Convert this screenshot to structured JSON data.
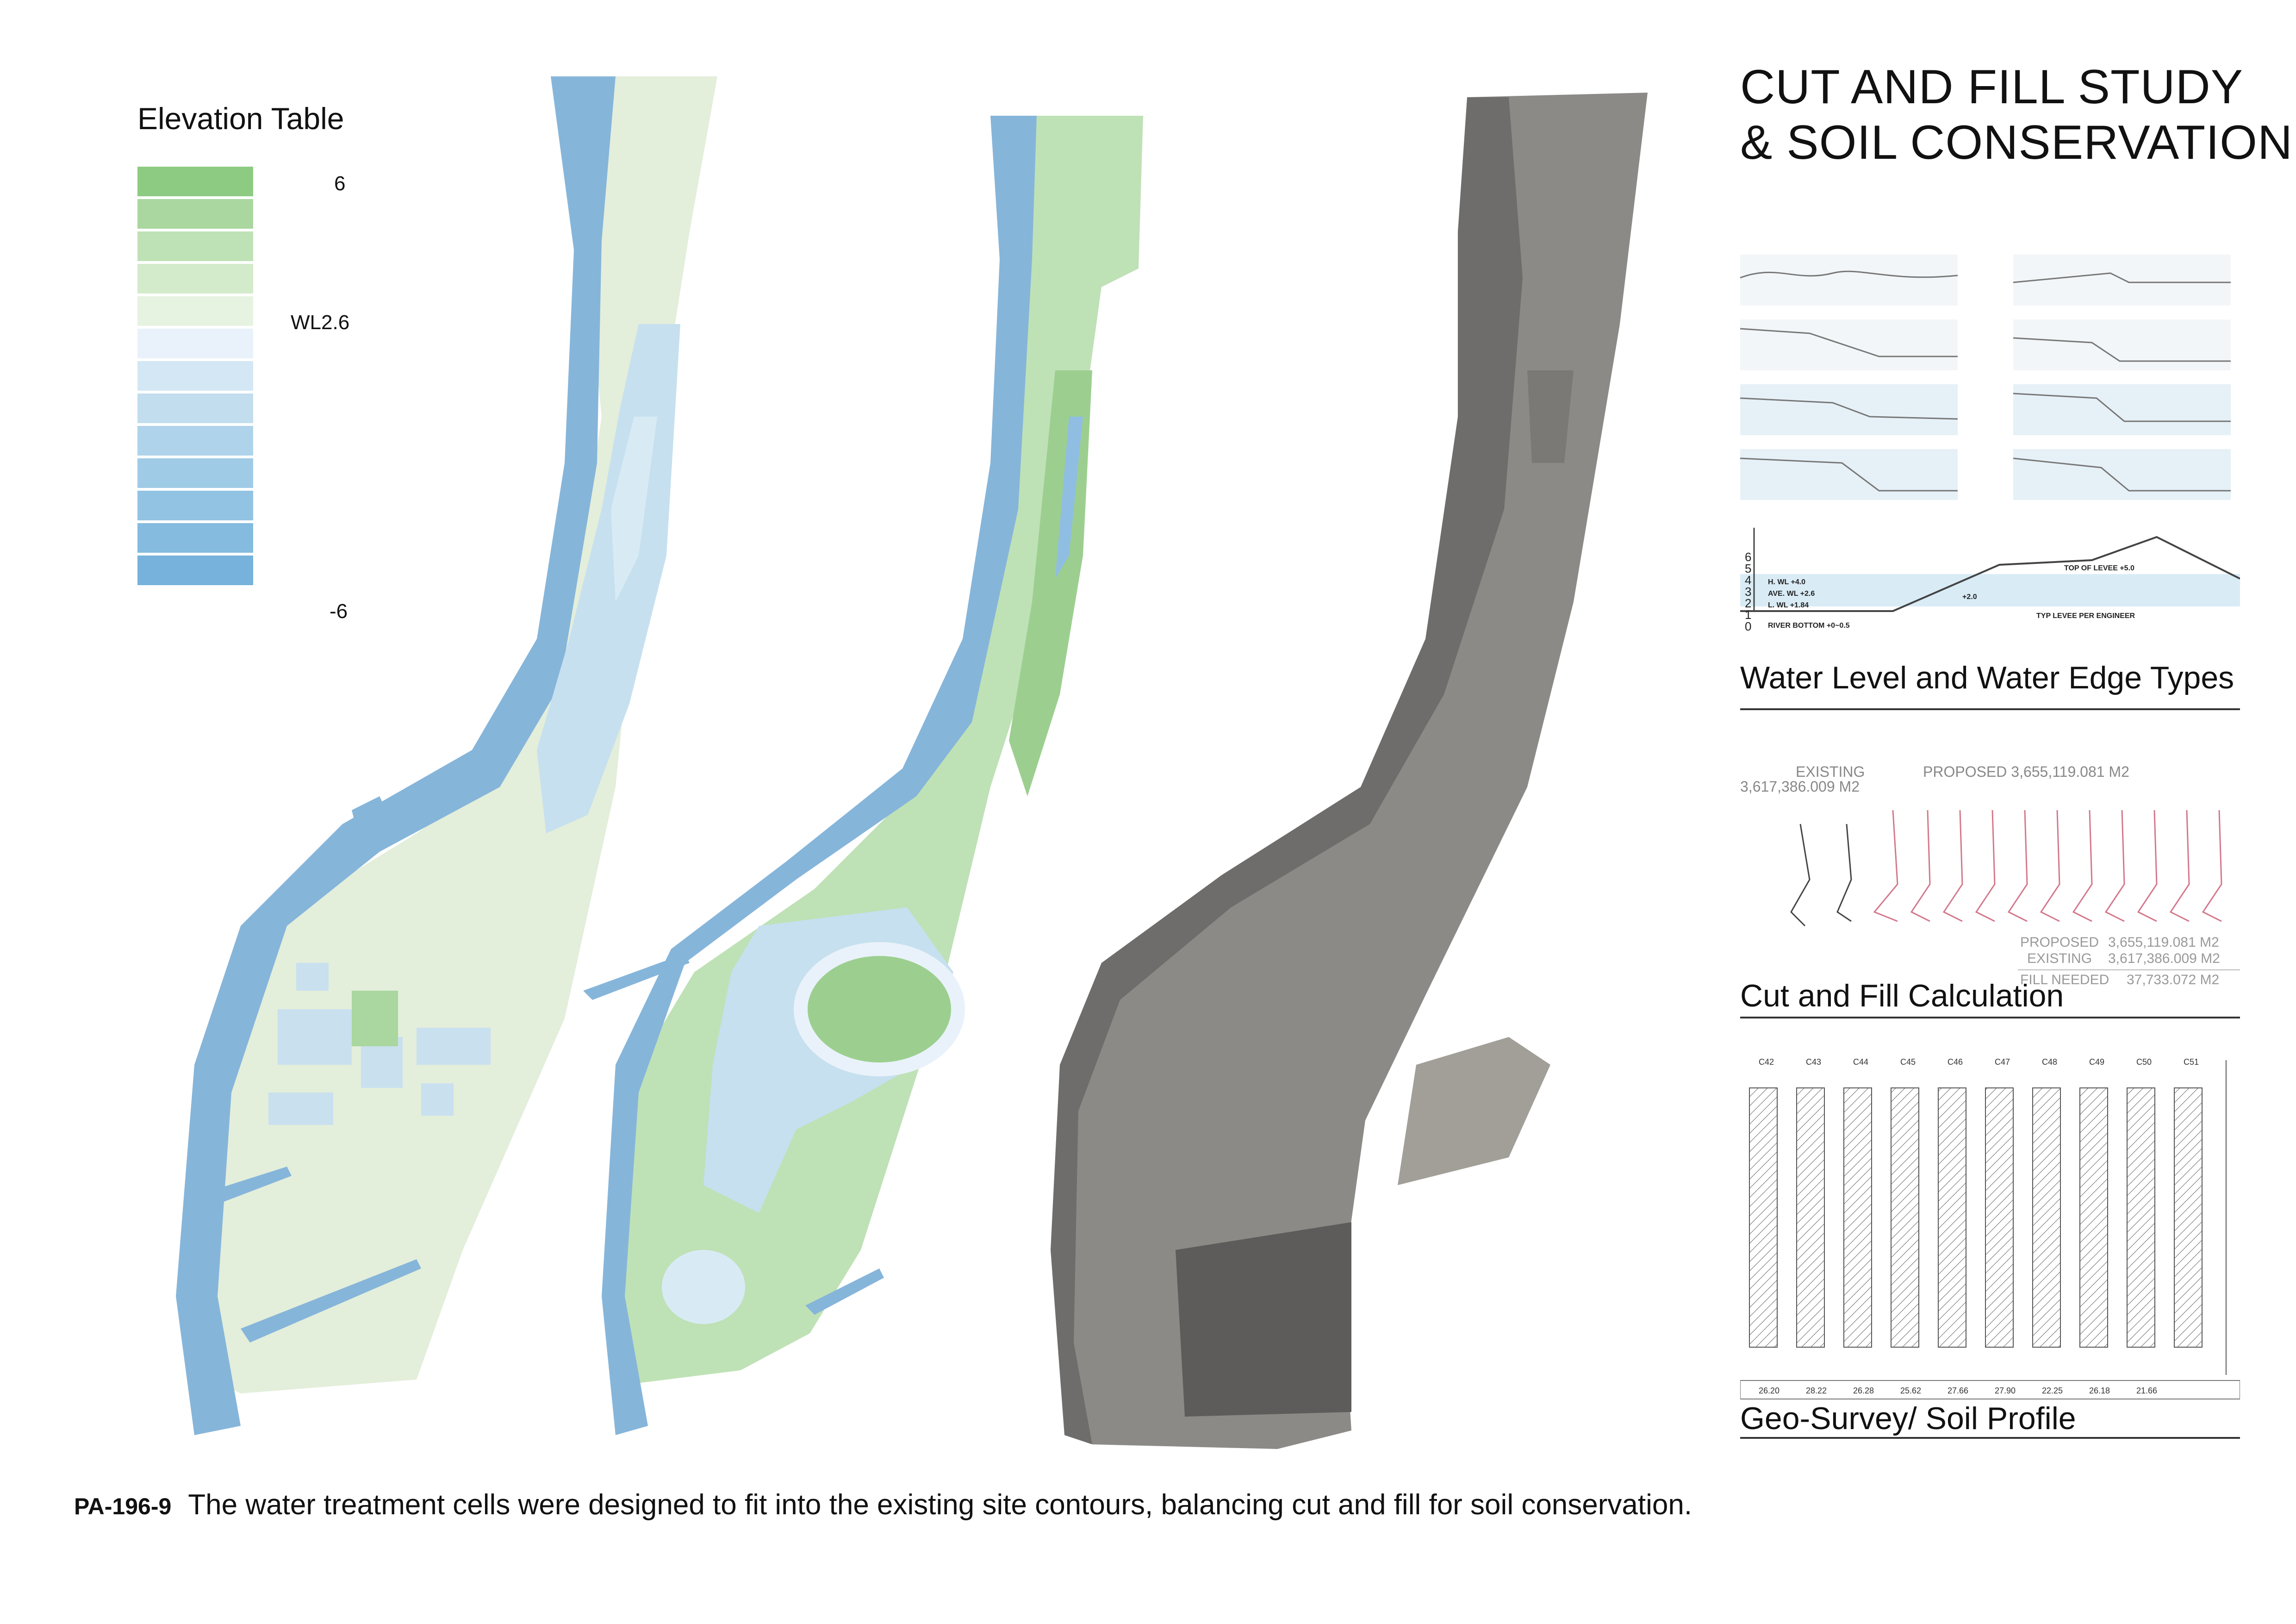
{
  "legend": {
    "title": "Elevation Table",
    "max_label": "6",
    "water_label": "WL2.6",
    "min_label": "-6",
    "colors": [
      "#8ecb82",
      "#a9d79f",
      "#bfe1b6",
      "#d3ebcb",
      "#e6f3e1",
      "#e9f2fa",
      "#d3e7f4",
      "#c1ddee",
      "#afd3ea",
      "#a0cbe6",
      "#92c3e2",
      "#84bbdf",
      "#76b2db"
    ]
  },
  "title": "CUT AND FILL STUDY\n& SOIL CONSERVATION",
  "sections": {
    "water_edge": {
      "caption": "Water Level and Water Edge Types",
      "levels": [
        "6",
        "5",
        "4",
        "3",
        "2",
        "1",
        "0"
      ],
      "annotations": [
        "H. WL +4.0",
        "AVE. WL +2.6",
        "L. WL +1.84",
        "RIVER BOTTOM +0~0.5",
        "TOP OF LEVEE +5.0",
        "+2.0",
        "TYP LEVEE PER ENGINEER"
      ]
    },
    "cut_fill": {
      "caption": "Cut and Fill Calculation",
      "existing_label": "EXISTING",
      "existing_value": "3,617,386.009  M2",
      "proposed_label": "PROPOSED  3,655,119.081  M2",
      "rows": [
        {
          "label": "PROPOSED",
          "value": "3,655,119.081  M2"
        },
        {
          "label": "EXISTING",
          "value": "3,617,386.009  M2"
        },
        {
          "label": "FILL NEEDED",
          "value": "37,733.072  M2"
        }
      ]
    },
    "soil": {
      "caption": "Geo-Survey/ Soil Profile",
      "boreholes": [
        "C42",
        "C43",
        "C44",
        "C45",
        "C46",
        "C47",
        "C48",
        "C49",
        "C50",
        "C51"
      ],
      "depths": [
        "26.20",
        "28.22",
        "26.28",
        "25.62",
        "27.66",
        "27.90",
        "22.25",
        "26.18",
        "21.66"
      ]
    }
  },
  "footer": {
    "code": "PA-196-9",
    "text": "The water treatment cells were designed to fit into the existing site contours, balancing cut and fill for soil conservation."
  }
}
